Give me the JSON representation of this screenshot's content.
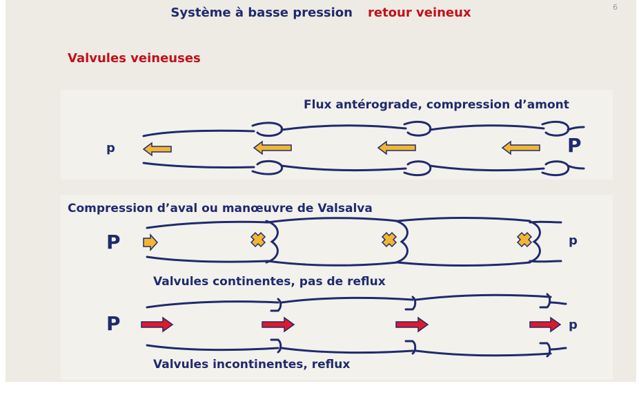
{
  "slide": {
    "title_part1": "Système à basse pression",
    "title_part2": "retour veineux",
    "page_number": "6",
    "subtitle": "Valvules veineuses"
  },
  "panels": {
    "anterograde": {
      "label": "Flux antérograde, compression d’amont",
      "left_pressure": "p",
      "right_pressure": "P"
    },
    "valsalva": {
      "label": "Compression d’aval ou manœuvre de Valsalva",
      "left_pressure": "P",
      "right_pressure": "p",
      "caption": "Valvules continentes, pas de reflux"
    },
    "reflux": {
      "left_pressure": "P",
      "right_pressure": "p",
      "caption": "Valvules incontinentes, reflux"
    }
  },
  "colors": {
    "vessel": "#1f2a6e",
    "arrow_antegrade": "#f2b632",
    "arrow_reflux": "#e0192a",
    "title_red": "#c0111a"
  }
}
